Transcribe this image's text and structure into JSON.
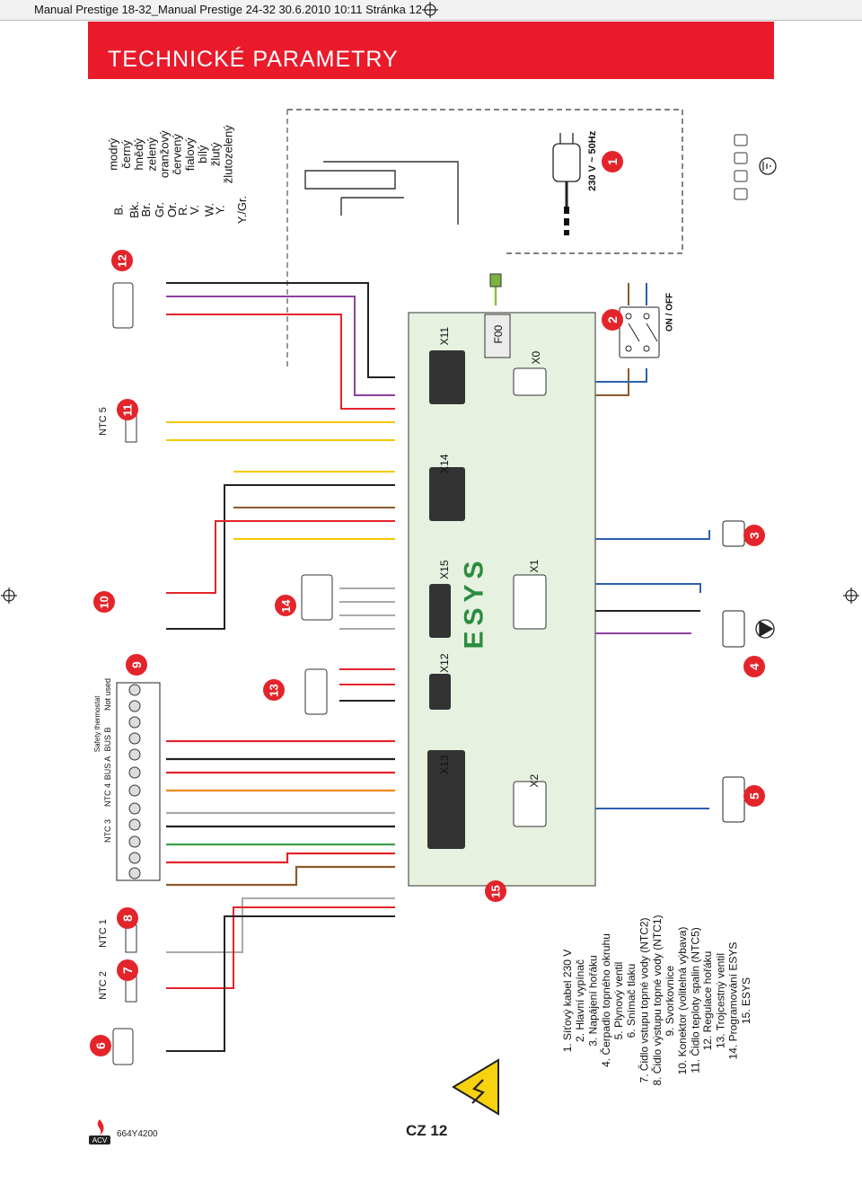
{
  "top_bar": {
    "text": "Manual Prestige 18-32_Manual Prestige 24-32  30.6.2010  10:11  Stránka 12"
  },
  "header": {
    "title": "TECHNICKÉ PARAMETRY"
  },
  "colors": {
    "header_red": "#ea1a2b",
    "board_green": "#e6f1df",
    "esys_green": "#2a8c3f",
    "marker_red": "#e4242b",
    "warning_yellow": "#f6d20f"
  },
  "color_legend": [
    {
      "code": "B.",
      "name": "modrý"
    },
    {
      "code": "Bk.",
      "name": "černý"
    },
    {
      "code": "Br.",
      "name": "hnědý"
    },
    {
      "code": "Gr.",
      "name": "zelený"
    },
    {
      "code": "Or.",
      "name": "oranžový"
    },
    {
      "code": "R.",
      "name": "červený"
    },
    {
      "code": "V.",
      "name": "fialový"
    },
    {
      "code": "W.",
      "name": "bílý"
    },
    {
      "code": "Y.",
      "name": "žlutý"
    },
    {
      "code": "Y./Gr.",
      "name": "žlutozelený"
    }
  ],
  "markers": [
    "1",
    "2",
    "3",
    "4",
    "5",
    "6",
    "7",
    "8",
    "9",
    "10",
    "11",
    "12",
    "13",
    "14",
    "15"
  ],
  "sensor_labels": {
    "ntc2": "NTC 2",
    "ntc1": "NTC 1",
    "ntc5": "NTC 5"
  },
  "terminal_labels": {
    "ntc3": "NTC 3",
    "ntc4": "NTC 4",
    "bus_a": "BUS A",
    "bus_b": "BUS B",
    "safety": "Safety thermostat",
    "not_used": "Not used"
  },
  "board": {
    "brand": "ESYS",
    "connectors": [
      "X13",
      "X12",
      "X15",
      "X14",
      "X11",
      "X2",
      "X1",
      "X0",
      "F00"
    ]
  },
  "power": {
    "label": "230 V ~ 50Hz",
    "switch": "ON / OFF"
  },
  "component_list": [
    "1. Síťový kabel 230 V",
    "2. Hlavní vypínač",
    "3. Napájení hořáku",
    "4. Čerpadlo topného okruhu",
    "5. Plynový ventil",
    "6. Snímač tlaku",
    "7. Čidlo vstupu topné vody (NTC2)",
    "8. Čidlo výstupu topné vody (NTC1)",
    "9. Svorkovnice",
    "10. Konektor (volitelná výbava)",
    "11. Čidlo teploty spalin (NTC5)",
    "12. Regulace hořáku",
    "13. Trojcestný ventil",
    "14. Programování ESYS",
    "15. ESYS"
  ],
  "footer": {
    "code": "664Y4200",
    "page": "CZ  12"
  }
}
